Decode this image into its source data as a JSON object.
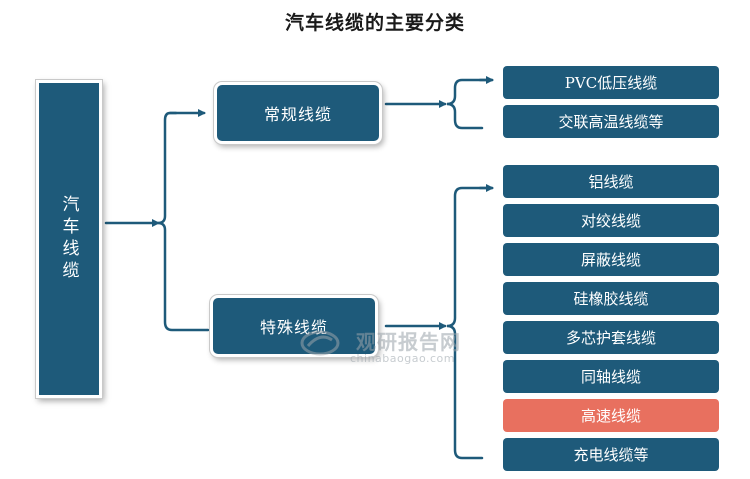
{
  "title": "汽车线缆的主要分类",
  "root": {
    "label": "汽车线缆"
  },
  "categories": [
    {
      "label": "常规线缆",
      "items": [
        {
          "label": "PVC低压线缆",
          "highlight": false
        },
        {
          "label": "交联高温线缆等",
          "highlight": false
        }
      ]
    },
    {
      "label": "特殊线缆",
      "items": [
        {
          "label": "铝线缆",
          "highlight": false
        },
        {
          "label": "对绞线缆",
          "highlight": false
        },
        {
          "label": "屏蔽线缆",
          "highlight": false
        },
        {
          "label": "硅橡胶线缆",
          "highlight": false
        },
        {
          "label": "多芯护套线缆",
          "highlight": false
        },
        {
          "label": "同轴线缆",
          "highlight": false
        },
        {
          "label": "高速线缆",
          "highlight": true
        },
        {
          "label": "充电线缆等",
          "highlight": false
        }
      ]
    }
  ],
  "watermark": {
    "name": "观研报告网",
    "url": "chinabaogao.com"
  },
  "colors": {
    "box": "#1e5a7a",
    "highlight": "#e8705f",
    "connector": "#1e5a7a"
  }
}
